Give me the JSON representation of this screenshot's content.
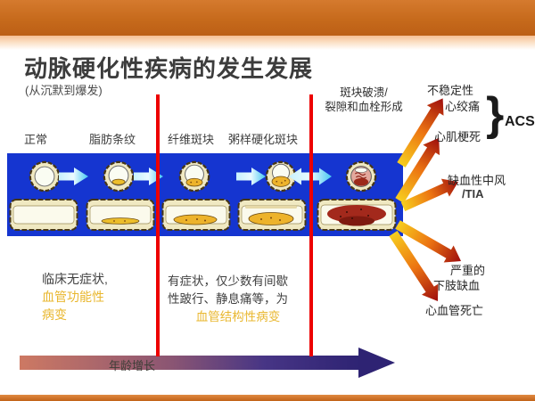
{
  "slide": {
    "title": "动脉硬化性疾病的发生发展",
    "subtitle": "(从沉默到爆发)",
    "stage_labels": [
      "正常",
      "脂肪条纹",
      "纤维斑块",
      "粥样硬化斑块"
    ],
    "rupture_note": [
      "斑块破溃/",
      "裂隙和血栓形成"
    ],
    "outcomes": {
      "unstable_angina": [
        "不稳定性",
        "心绞痛"
      ],
      "myocardial_infarction": "心肌梗死",
      "brace": "}",
      "acs": "ACS",
      "ischemic_stroke": [
        "缺血性中风",
        "/TIA"
      ],
      "limb_ischemia": [
        "严重的",
        "下肢缺血"
      ],
      "cv_death": "心血管死亡"
    },
    "left_note": [
      "临床无症状,",
      "血管功能性",
      "病变"
    ],
    "mid_note": [
      "有症状，仅少数有间歇",
      "性跛行、静息痛等，为",
      "血管结构性病变"
    ],
    "age_axis_label": "年龄增长",
    "colors": {
      "header_orange": "#C66A1C",
      "banner_blue": "#1535D0",
      "timeline_red": "#ED0000",
      "highlight_gold": "#E9B72F",
      "fan_arrow_start": "#F7CE1E",
      "fan_arrow_end": "#9E0D0D",
      "age_arrow_start": "#CD7963",
      "age_arrow_end": "#2E2373",
      "progression_arrow_cyan": "#45C6F2"
    }
  }
}
